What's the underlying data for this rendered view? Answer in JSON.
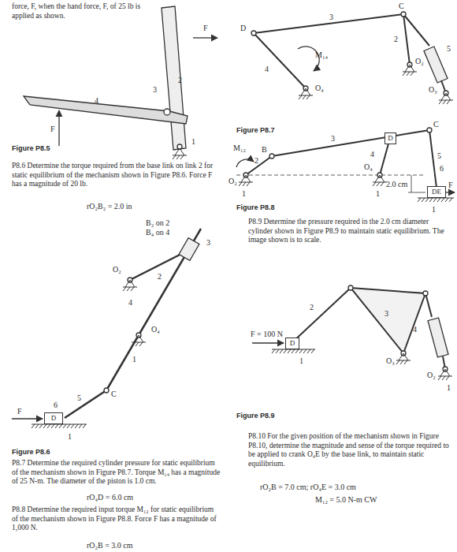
{
  "diagram": {
    "nodes": [
      {
        "text": [
          "D"
        ]
      },
      {
        "text": [
          "D"
        ]
      },
      {
        "text": [
          "DE"
        ]
      },
      {
        "text": [
          "D"
        ]
      }
    ],
    "labels": [
      "force, F, when the hand force, F, of 25 lb is applied as shown.",
      "F",
      "4",
      "3",
      "2",
      "1",
      "F",
      "Figure P8.5",
      "P8.6 Determine the torque required from the base link on link 2 for static equilibrium of the mechanism shown in Figure P8.6. Force F has a magnitude of 20 lb.",
      "rO₂B₂ = 2.0 in",
      "B₂ on 2",
      "B₄ on 4",
      "3",
      "O₂",
      "2",
      "4",
      "O₄",
      "1",
      "C",
      "5",
      "F",
      "6",
      "1",
      "Figure P8.6",
      "P8.7 Determine the required cylinder pressure for static equilibrium of the mechanism shown in Figure P8.7. Torque M₁₄ has a magnitude of 25 N-m. The diameter of the piston is 1.0 cm.",
      "rO₄D = 6.0 cm",
      "P8.8 Determine the required input torque M₁₂ for static equilibrium of the mechanism shown in Figure P8.8. Force F has a magnitude of 1,000 N.",
      "rO₂B = 3.0 cm",
      "D",
      "C",
      "2",
      "3",
      "5",
      "4",
      "M₁₄",
      "O₄",
      "O₂",
      "O₃",
      "Figure P8.7",
      "M₁₂",
      "B",
      "3",
      "C",
      "2",
      "O₂",
      "4",
      "O₄",
      "5",
      "2.0 cm",
      "6",
      "F",
      "1",
      "1",
      "1",
      "Figure P8.8",
      "P8.9 Determine the pressure required in the 2.0 cm diameter cylinder shown in Figure P8.9 to maintain static equilibrium. The image shown is to scale.",
      "F = 100 N",
      "2",
      "3",
      "4",
      "O₃",
      "O₂",
      "1",
      "1",
      "Figure P8.9",
      "P8.10 For the given position of the mechanism shown in Figure P8.10, determine the magnitude and sense of the torque required to be applied to crank O₄E by the base link, to maintain static equilibrium.",
      "rO₂B = 7.0 cm; rO₄E = 3.0 cm",
      "M₁₂ = 5.0 N-m CW"
    ]
  }
}
